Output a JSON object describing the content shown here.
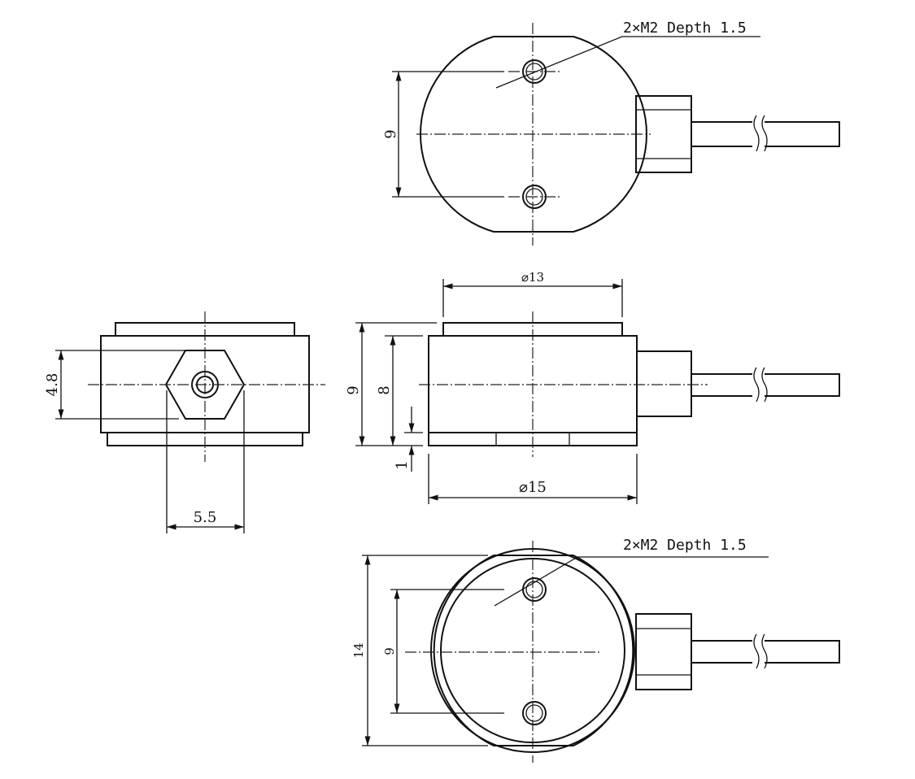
{
  "title": "Miniature load cell dimensional drawing",
  "colors": {
    "line": "#111111",
    "background": "#ffffff"
  },
  "top_view": {
    "callout": "2×M2 Depth 1.5",
    "hole_spacing": "9"
  },
  "front_view": {
    "top_diameter": "⌀13",
    "body_diameter": "⌀15",
    "total_height": "9",
    "body_height": "8",
    "base_height": "1"
  },
  "side_view": {
    "nut_height": "4.8",
    "nut_width": "5.5"
  },
  "bottom_view": {
    "callout": "2×M2 Depth 1.5",
    "overall_height": "14",
    "hole_spacing": "9"
  }
}
